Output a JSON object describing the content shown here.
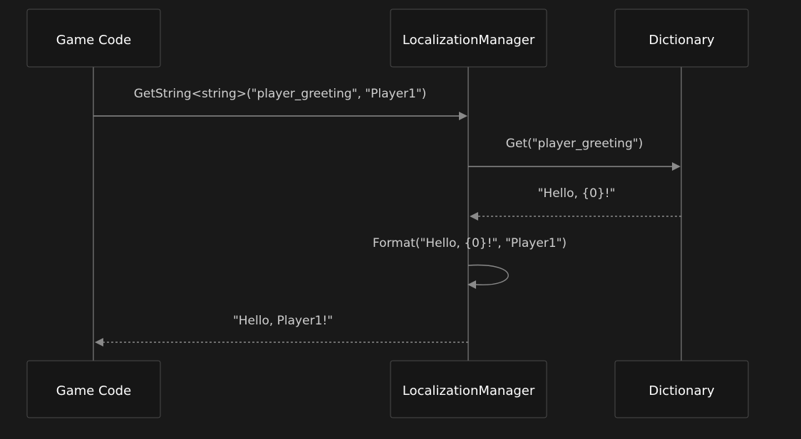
{
  "participants": [
    {
      "id": "game",
      "label": "Game Code"
    },
    {
      "id": "loc",
      "label": "LocalizationManager"
    },
    {
      "id": "dict",
      "label": "Dictionary"
    }
  ],
  "messages": [
    {
      "from": "game",
      "to": "loc",
      "label": "GetString<string>(\"player_greeting\", \"Player1\")",
      "style": "solid"
    },
    {
      "from": "loc",
      "to": "dict",
      "label": "Get(\"player_greeting\")",
      "style": "solid"
    },
    {
      "from": "dict",
      "to": "loc",
      "label": "\"Hello, {0}!\"",
      "style": "dashed"
    },
    {
      "from": "loc",
      "to": "loc",
      "label": "Format(\"Hello, {0}!\", \"Player1\")",
      "style": "solid"
    },
    {
      "from": "loc",
      "to": "game",
      "label": "\"Hello, Player1!\"",
      "style": "dashed"
    }
  ],
  "colors": {
    "background": "#191919",
    "box_border": "#4a4a4a",
    "lifeline": "#555555",
    "arrow": "#8a8a8a",
    "text": "#ffffff"
  }
}
